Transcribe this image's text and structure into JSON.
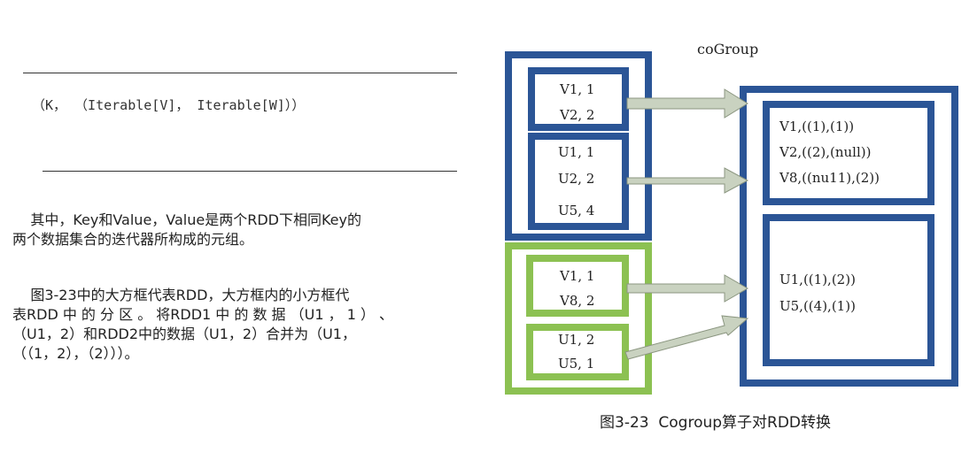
{
  "left": {
    "signature": "（K， （Iterable[V]， Iterable[W]））",
    "paragraph1": [
      "    其中，Key和Value，Value是两个RDD下相同Key的",
      "两个数据集合的迭代器所构成的元组。"
    ],
    "paragraph2": [
      "    图3-23中的大方框代表RDD，大方框内的小方框代",
      "表RDD 中 的 分 区 。 将RDD1 中 的 数 据 （U1 ， 1 ） 、",
      "（U1，2）和RDD2中的数据（U1，2）合并为（U1，",
      "（（1，2），（2）））。"
    ]
  },
  "diagram": {
    "title": "coGroup",
    "rdd1": {
      "partition1": [
        "V1, 1",
        "V2, 2"
      ],
      "partition2": [
        "U1, 1",
        "U2, 2",
        "U5, 4"
      ]
    },
    "rdd2": {
      "partition1": [
        "V1, 1",
        "V8, 2"
      ],
      "partition2": [
        "U1, 2",
        "U5, 1"
      ]
    },
    "result": {
      "partition1": [
        "V1,((1),(1))",
        "V2,((2),(null))",
        "V8,((nu11),(2))"
      ],
      "partition2": [
        "U1,((1),(2))",
        "U5,((4),(1))"
      ]
    },
    "caption": "图3-23  Cogroup算子对RDD转换",
    "colors": {
      "rdd_border": "#2b5596",
      "rdd2_border": "#8cc152",
      "arrow": "#c9d2c0"
    }
  }
}
